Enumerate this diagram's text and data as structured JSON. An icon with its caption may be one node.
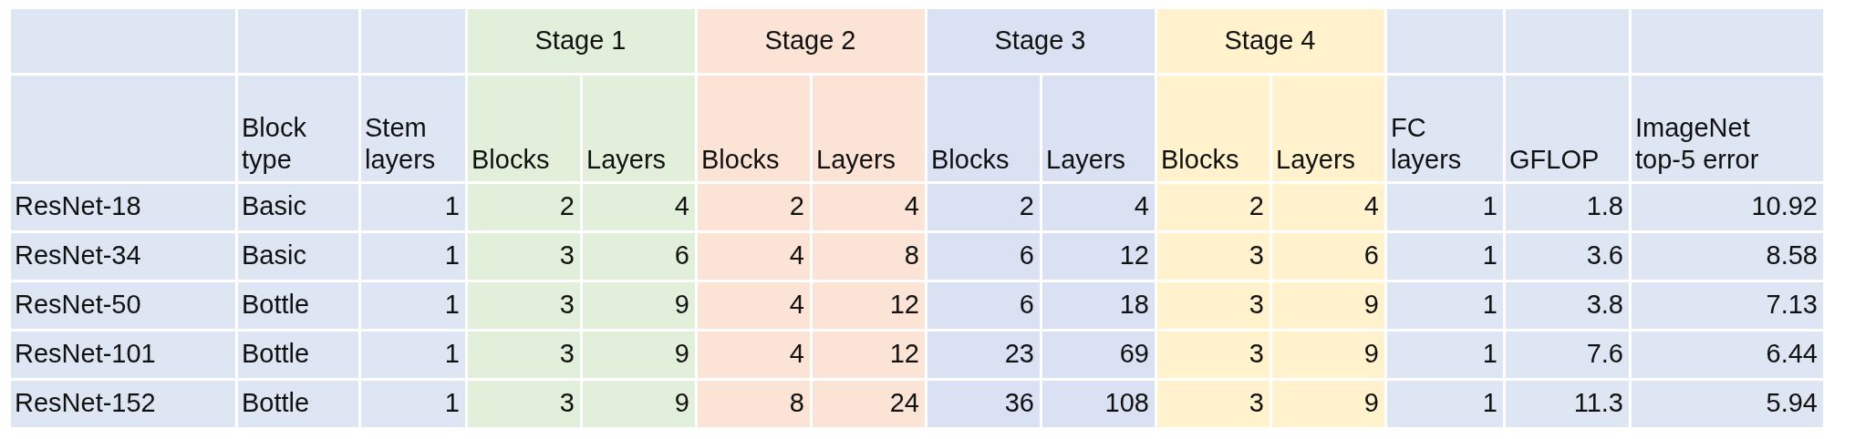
{
  "diagram": {
    "labels": [
      "Stage 1",
      "Stage 2",
      "Stage 3",
      "Stage 4",
      "Block type",
      "Stem layers",
      "Blocks",
      "Layers",
      "Blocks",
      "Layers",
      "Blocks",
      "Layers",
      "Blocks",
      "Layers",
      "FC layers",
      "GFLOP",
      "ImageNet top-5 error",
      "ResNet-18",
      "Basic",
      "1",
      "2",
      "4",
      "2",
      "4",
      "2",
      "4",
      "2",
      "4",
      "1",
      "1.8",
      "10.92",
      "ResNet-34",
      "Basic",
      "1",
      "3",
      "6",
      "4",
      "8",
      "6",
      "12",
      "3",
      "6",
      "1",
      "3.6",
      "8.58",
      "ResNet-50",
      "Bottle",
      "1",
      "3",
      "9",
      "4",
      "12",
      "6",
      "18",
      "3",
      "9",
      "1",
      "3.8",
      "7.13",
      "ResNet-101",
      "Bottle",
      "1",
      "3",
      "9",
      "4",
      "12",
      "23",
      "69",
      "3",
      "9",
      "1",
      "7.6",
      "6.44",
      "ResNet-152",
      "Bottle",
      "1",
      "3",
      "9",
      "8",
      "24",
      "36",
      "108",
      "3",
      "9",
      "1",
      "11.3",
      "5.94"
    ]
  }
}
